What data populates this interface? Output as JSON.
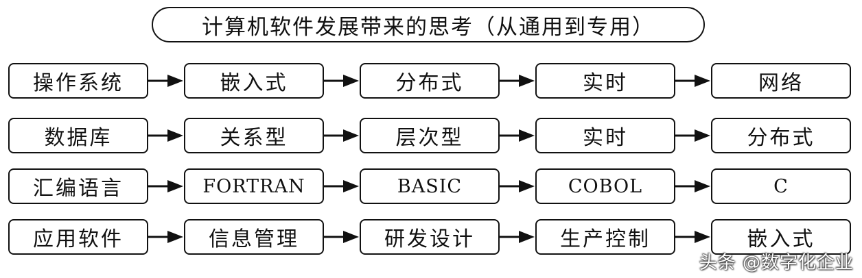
{
  "title": "计算机软件发展带来的思考（从通用到专用）",
  "rows": [
    {
      "items": [
        "操作系统",
        "嵌入式",
        "分布式",
        "实时",
        "网络"
      ]
    },
    {
      "items": [
        "数据库",
        "关系型",
        "层次型",
        "实时",
        "分布式"
      ]
    },
    {
      "items": [
        "汇编语言",
        "FORTRAN",
        "BASIC",
        "COBOL",
        "C"
      ]
    },
    {
      "items": [
        "应用软件",
        "信息管理",
        "研发设计",
        "生产控制",
        "嵌入式"
      ]
    }
  ],
  "watermark": "头条 @数字化企业"
}
